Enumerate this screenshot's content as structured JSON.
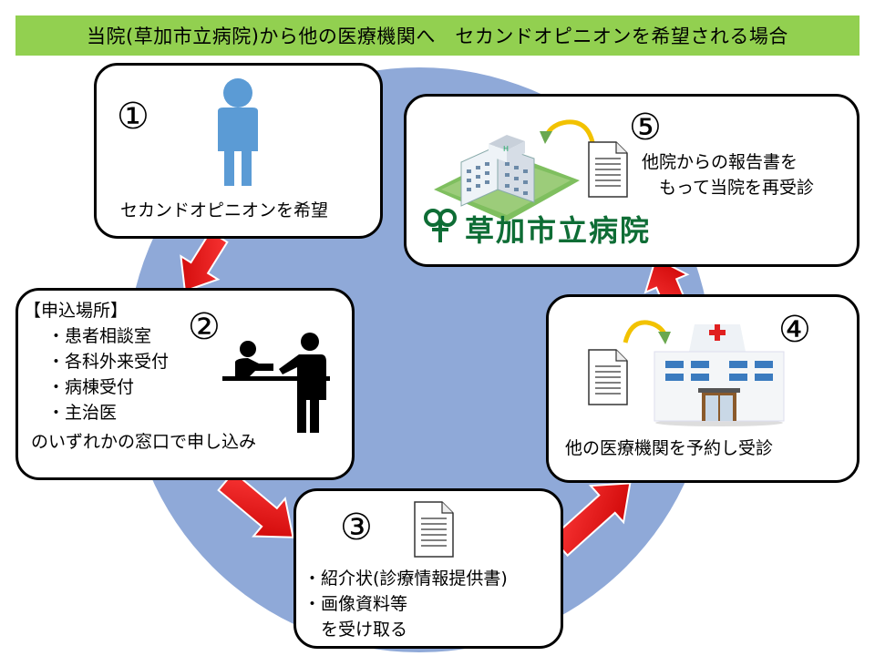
{
  "title": "当院(草加市立病院)から他の医療機関へ　セカンドオピニオンを希望される場合",
  "steps": [
    {
      "number": "①",
      "lines": [
        "セカンドオピニオンを希望"
      ]
    },
    {
      "number": "②",
      "heading": "【申込場所】",
      "items": [
        "・患者相談室",
        "・各科外来受付",
        "・病棟受付",
        "・主治医"
      ],
      "footer": "のいずれかの窓口で申し込み"
    },
    {
      "number": "③",
      "lines": [
        "・紹介状(診療情報提供書)",
        "・画像資料等",
        "　を受け取る"
      ]
    },
    {
      "number": "④",
      "lines": [
        "他の医療機関を予約し受診"
      ]
    },
    {
      "number": "⑤",
      "lines": [
        "他院からの報告書を",
        "　もって当院を再受診"
      ],
      "logo_text": "草加市立病院"
    }
  ],
  "colors": {
    "title_bg": "#92d050",
    "circle": "#8fa9d8",
    "arrow": "#ff0000",
    "person": "#5b9bd5",
    "logo": "#0e6d35"
  }
}
